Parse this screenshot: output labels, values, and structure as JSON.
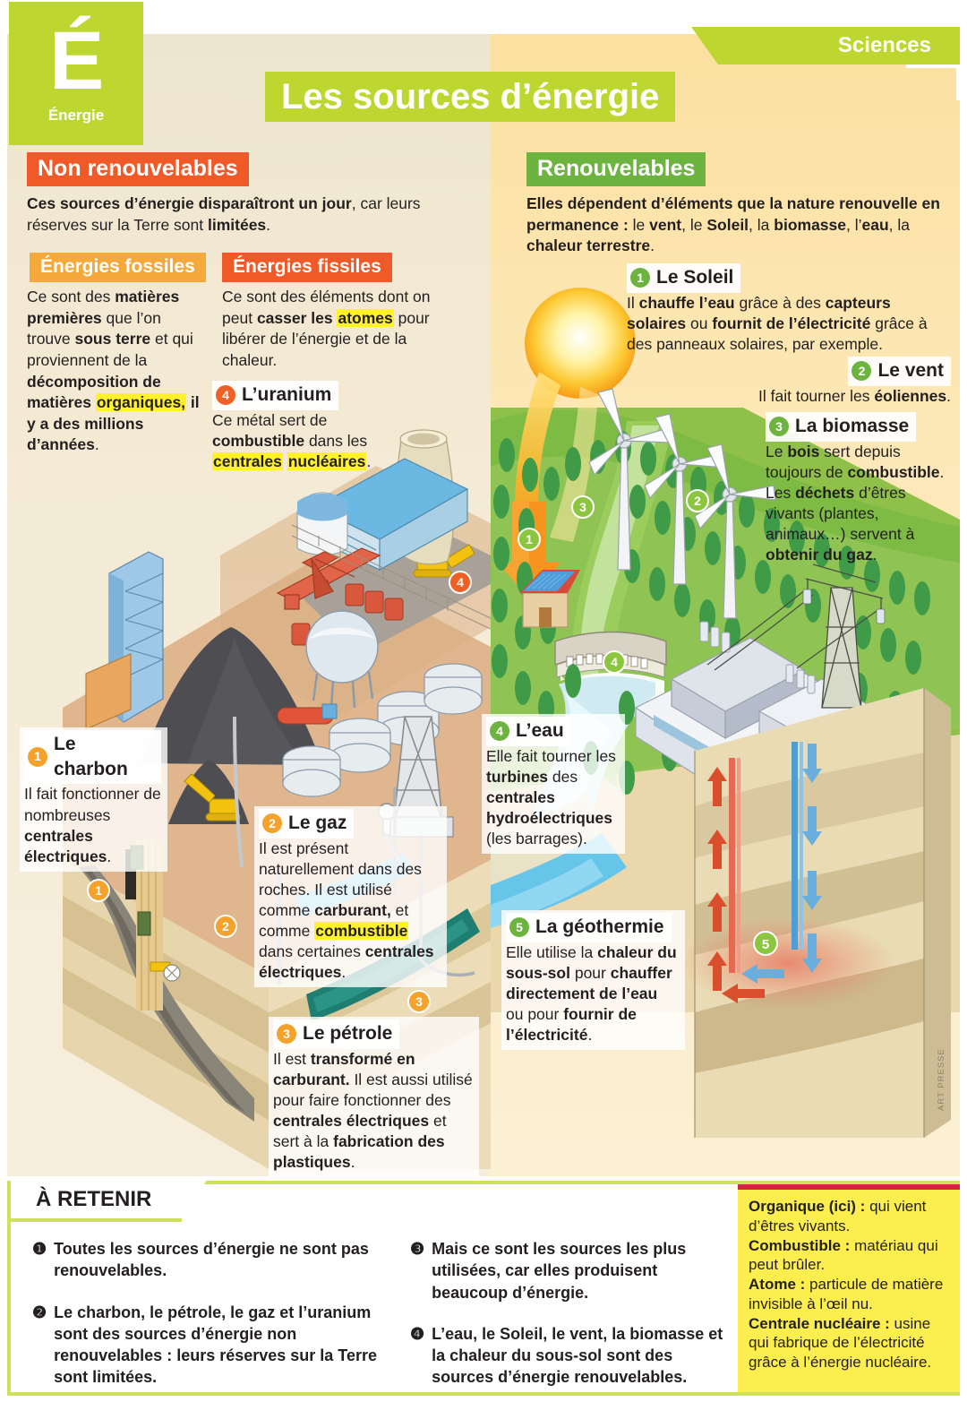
{
  "header": {
    "logo_letter": "É",
    "logo_word": "Énergie",
    "category_tab": "Sciences",
    "title": "Les sources d’énergie"
  },
  "left_column": {
    "section_badge": "Non renouvelables",
    "intro_html": "<b>Ces sources d’énergie disparaîtront un jour</b>, car leurs réserves sur la Terre sont <b>limitées</b>.",
    "sub_fossiles_badge": "Énergies fossiles",
    "sub_fossiles_html": "Ce sont des <b>matières premières</b> que l’on trouve <b>sous terre</b> et qui proviennent de la <b>décomposition de matières <span class='hl'>organiques,</span> il y a des millions d’années</b>.",
    "sub_fissiles_badge": "Énergies fissiles",
    "sub_fissiles_html": "Ce sont des éléments dont on peut <b>casser les <span class='hl'>atomes</span></b> pour libérer de l’énergie et de la chaleur."
  },
  "right_column": {
    "section_badge": "Renouvelables",
    "intro_html": "<b>Elles dépendent d’éléments que la nature renouvelle en permanence :</b> le <b>vent</b>, le <b>Soleil</b>, la <b>biomasse</b>, l’<b>eau</b>, la <b>chaleur terrestre</b>."
  },
  "callouts": [
    {
      "id": "uranium",
      "number": "4",
      "number_color": "red",
      "title": "L’uranium",
      "body_html": "Ce métal sert de <b>combustible</b> dans les <b><span class='hl'>centrales</span></b> <b><span class='hl'>nucléaires</span></b>."
    },
    {
      "id": "soleil",
      "number": "1",
      "number_color": "green",
      "title": "Le Soleil",
      "body_html": "Il <b>chauffe l’eau</b> grâce à des <b>capteurs solaires</b> ou <b>fournit de l’électricité</b> grâce à des panneaux solaires, par exemple."
    },
    {
      "id": "vent",
      "number": "2",
      "number_color": "green",
      "title": "Le vent",
      "body_html": "Il fait tourner les <b>éoliennes</b>."
    },
    {
      "id": "biomasse",
      "number": "3",
      "number_color": "green",
      "title": "La biomasse",
      "body_html": "Le <b>bois</b> sert depuis toujours de <b>combustible</b>. Les <b>déchets</b> d’êtres vivants (plantes, animaux…) servent à <b>obtenir du gaz</b>."
    },
    {
      "id": "charbon",
      "number": "1",
      "number_color": "orange",
      "title": "Le charbon",
      "body_html": "Il fait fonctionner de nombreuses <b>centrales électriques</b>."
    },
    {
      "id": "gaz",
      "number": "2",
      "number_color": "orange",
      "title": "Le gaz",
      "body_html": "Il est présent naturellement dans des roches. Il est utilisé comme <b>carburant,</b> et comme <b><span class='hl'>combustible</span></b> dans certaines <b>centrales électriques</b>."
    },
    {
      "id": "petrole",
      "number": "3",
      "number_color": "orange",
      "title": "Le pétrole",
      "body_html": "Il est <b>transformé en carburant.</b> Il est aussi utilisé pour faire fonctionner des <b>centrales électriques</b> et sert à la <b>fabrication des plastiques</b>."
    },
    {
      "id": "eau",
      "number": "4",
      "number_color": "green",
      "title": "L’eau",
      "body_html": "Elle fait tourner les <b>turbines</b> des <b>centrales hydroélectriques</b> (les barrages)."
    },
    {
      "id": "geothermie",
      "number": "5",
      "number_color": "green",
      "title": "La géothermie",
      "body_html": "Elle utilise la <b>chaleur du sous-sol</b> pour <b>chauffer directement de l’eau</b> ou pour <b>fournir de l’électricité</b>."
    }
  ],
  "retenir": {
    "heading": "À RETENIR",
    "items_col1": [
      {
        "bullet": "❶",
        "text": "Toutes les sources d’énergie ne sont pas renouvelables."
      },
      {
        "bullet": "❷",
        "text": "Le charbon, le pétrole, le gaz et l’uranium sont des sources d’énergie non renouvelables : leurs réserves sur la Terre sont limitées."
      }
    ],
    "items_col2": [
      {
        "bullet": "❸",
        "text": "Mais ce sont les sources les plus utilisées, car elles produisent beaucoup d’énergie."
      },
      {
        "bullet": "❹",
        "text": "L’eau, le Soleil, le vent, la biomasse et la chaleur du sous-sol sont des sources d’énergie renouvelables."
      }
    ]
  },
  "glossary": [
    {
      "term": "Organique (ici) :",
      "def": " qui vient d’êtres vivants."
    },
    {
      "term": "Combustible :",
      "def": " matériau qui peut brûler."
    },
    {
      "term": "Atome :",
      "def": " particule de matière invisible à l’œil nu."
    },
    {
      "term": "Centrale nucléaire :",
      "def": " usine qui fabrique de l’électricité grâce à l’énergie nucléaire."
    }
  ],
  "credit": "ART PRESSE",
  "colors": {
    "brand_green": "#bed630",
    "renewable_green": "#6cb33f",
    "nonrenewable_orange": "#f05a28",
    "fossil_orange": "#f5a93b",
    "highlight_yellow": "#fff22d",
    "glossary_yellow": "#fcee4e",
    "glossary_rule_red": "#d2224b"
  },
  "illustration": {
    "map_numbers": [
      {
        "label": "1",
        "meaning": "solar-house"
      },
      {
        "label": "2",
        "meaning": "wind-turbine"
      },
      {
        "label": "3",
        "meaning": "forest-biomass"
      },
      {
        "label": "4",
        "meaning": "hydro-dam"
      },
      {
        "label": "5",
        "meaning": "geothermal-well"
      },
      {
        "label": "1",
        "meaning": "coal-mine"
      },
      {
        "label": "2",
        "meaning": "gas-pocket"
      },
      {
        "label": "3",
        "meaning": "oil-pocket"
      },
      {
        "label": "4",
        "meaning": "nuclear-plant"
      }
    ]
  }
}
